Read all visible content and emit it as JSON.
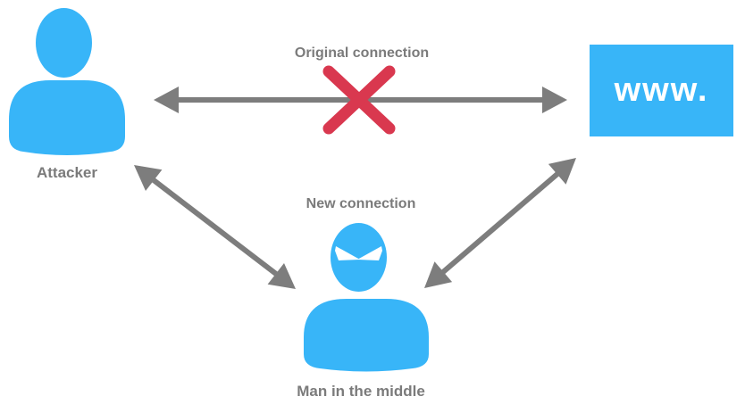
{
  "colors": {
    "node_blue": "#38B5F8",
    "arrow_gray": "#7D7D7D",
    "label_gray": "#7B7B7B",
    "cross_red": "#D9384F"
  },
  "nodes": {
    "attacker": {
      "label": "Attacker",
      "icon": "person-icon"
    },
    "website": {
      "label": "www."
    },
    "man_in_the_middle": {
      "label": "Man in the middle",
      "icon": "villain-person-icon"
    }
  },
  "connections": {
    "original": {
      "label": "Original connection",
      "style": "double-headed-arrow",
      "status_icon": "red-cross-icon"
    },
    "new": {
      "label": "New connection",
      "style": "double-headed-arrows"
    }
  }
}
